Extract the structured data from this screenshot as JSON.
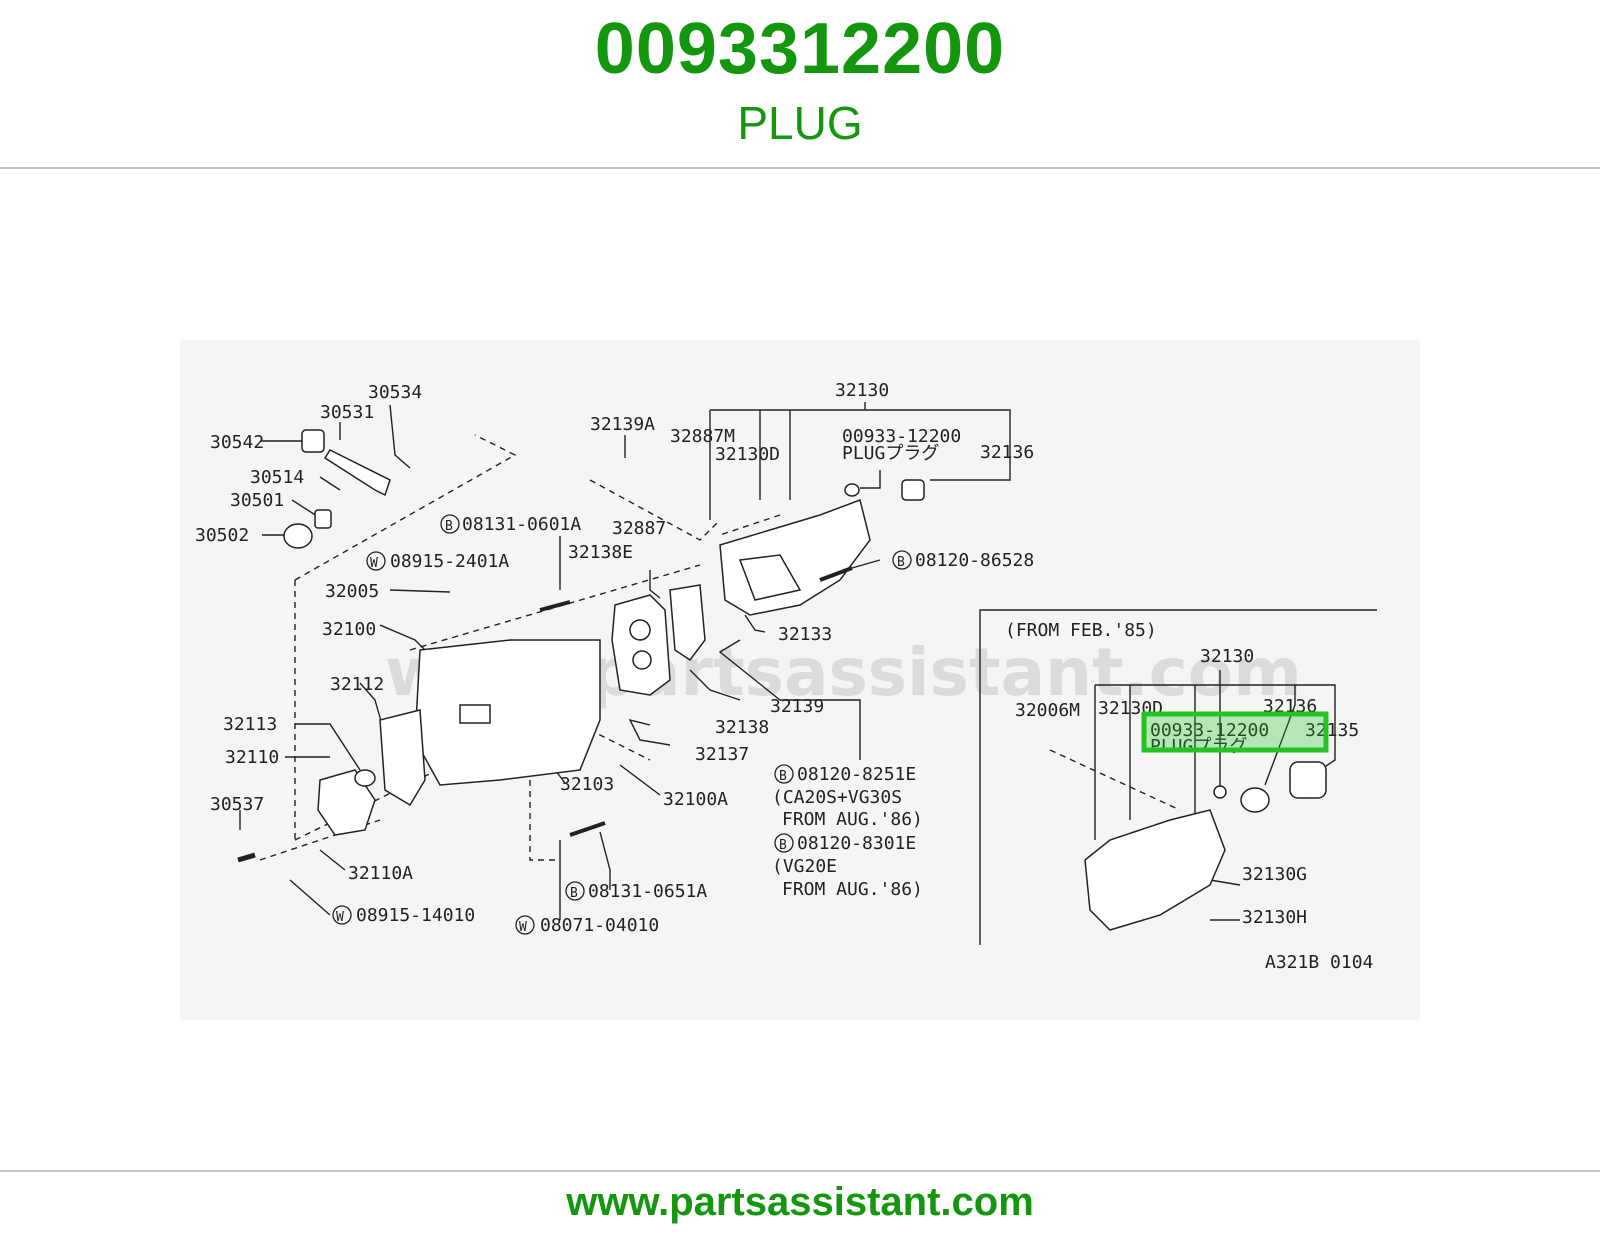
{
  "header": {
    "part_number": "0093312200",
    "part_name": "PLUG"
  },
  "footer": {
    "site_url": "www.partsassistant.com"
  },
  "diagram": {
    "watermark": "www.partsassistant.com",
    "highlight_color": "#22c322",
    "brand_color": "#14960f",
    "main_labels": {
      "p30534": "30534",
      "p30531": "30531",
      "p30542": "30542",
      "p30514": "30514",
      "p30501": "30501",
      "p30502": "30502",
      "p32139A": "32139A",
      "p32887M": "32887M",
      "p32130D": "32130D",
      "p32130": "32130",
      "p00933": "00933-12200",
      "plug_jp": "PLUGプラグ",
      "p32136": "32136",
      "b08131_0601A": "08131-0601A",
      "p32887": "32887",
      "p32138E": "32138E",
      "b08120_86528": "08120-86528",
      "w08915_2401A": "08915-2401A",
      "p32005": "32005",
      "p32133": "32133",
      "p32100": "32100",
      "p32112": "32112",
      "p32139": "32139",
      "p32138": "32138",
      "p32113": "32113",
      "p32137": "32137",
      "p32110": "32110",
      "p32103": "32103",
      "p32100A": "32100A",
      "b08120_8251E": "08120-8251E",
      "note1a": "(CA20S+VG30S",
      "note1b": "FROM AUG.'86)",
      "b08120_8301E": "08120-8301E",
      "note2a": "(VG20E",
      "note2b": "FROM AUG.'86)",
      "p30537": "30537",
      "p32110A": "32110A",
      "b08131_0651A": "08131-0651A",
      "w08915_14010": "08915-14010",
      "w08071_04010": "08071-04010",
      "circle_b": "B",
      "circle_w": "W"
    },
    "inset_labels": {
      "from": "(FROM FEB.'85)",
      "p32130": "32130",
      "p32006M": "32006M",
      "p32130D": "32130D",
      "p32136": "32136",
      "p00933": "00933-12200",
      "plug_jp": "PLUGプラグ",
      "p32135": "32135",
      "p32130G": "32130G",
      "p32130H": "32130H",
      "ref_code": "A321B 0104"
    }
  }
}
